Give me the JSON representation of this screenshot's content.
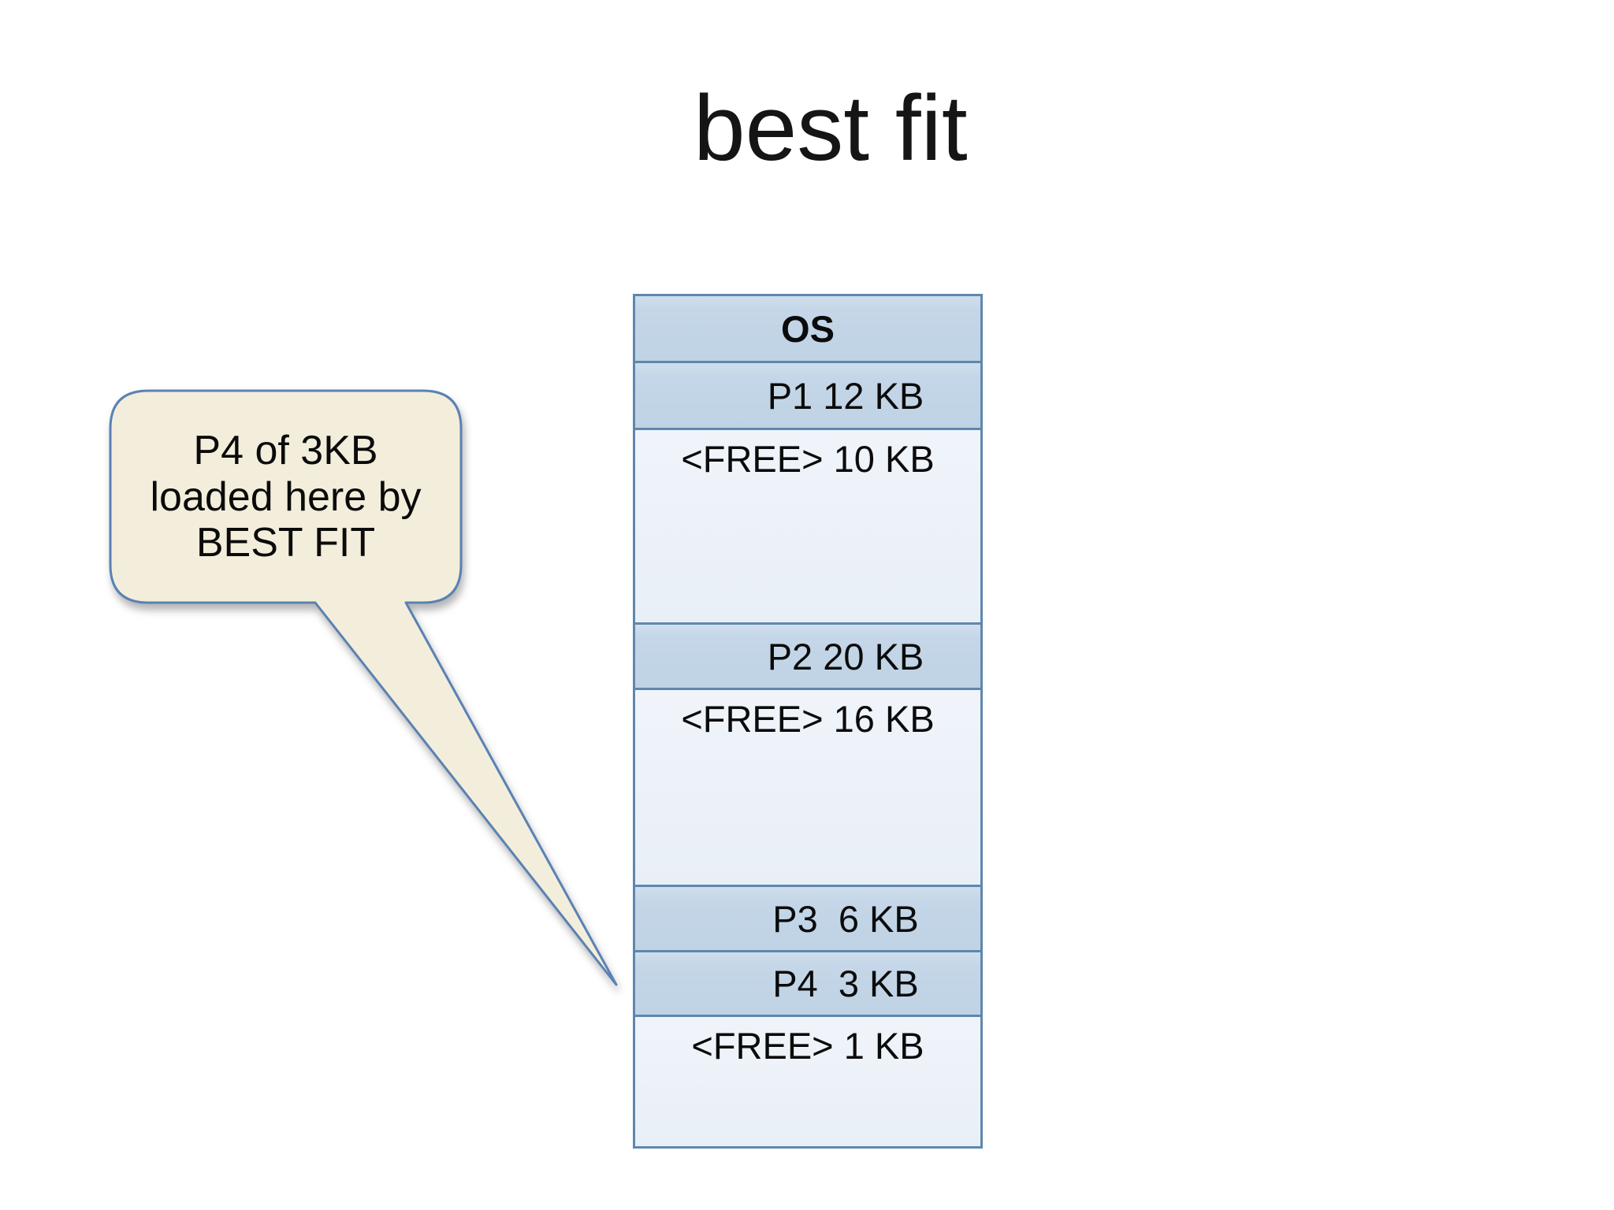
{
  "title": "best fit",
  "callout": {
    "text": "P4 of 3KB\nloaded here by\nBEST FIT"
  },
  "memory": {
    "blocks": [
      {
        "label": "OS",
        "type": "os",
        "size_kb": null
      },
      {
        "label": "P1 12 KB",
        "type": "process",
        "size_kb": 12
      },
      {
        "label": "<FREE> 10 KB",
        "type": "free",
        "size_kb": 10
      },
      {
        "label": "P2 20 KB",
        "type": "process",
        "size_kb": 20
      },
      {
        "label": "<FREE> 16 KB",
        "type": "free",
        "size_kb": 16
      },
      {
        "label": "P3  6 KB",
        "type": "process",
        "size_kb": 6
      },
      {
        "label": "P4  3 KB",
        "type": "process",
        "size_kb": 3
      },
      {
        "label": "<FREE> 1 KB",
        "type": "free",
        "size_kb": 1
      }
    ]
  },
  "colors": {
    "allocated_fill": "#c1d4e5",
    "free_fill": "#ebf0f8",
    "block_border": "#5f87ae",
    "callout_fill": "#f3eedb",
    "callout_border": "#5a82b4",
    "text": "#0b0b0b",
    "background": "#ffffff"
  }
}
